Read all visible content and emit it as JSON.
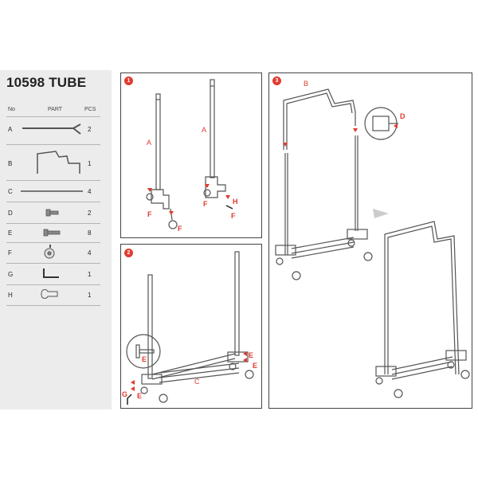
{
  "sheet": {
    "title": "10598 TUBE"
  },
  "parts_table": {
    "headers": {
      "no": "No",
      "part": "PART",
      "pcs": "PCS"
    },
    "rows": [
      {
        "letter": "A",
        "qty": "2",
        "icon": "tube-a-icon"
      },
      {
        "letter": "B",
        "qty": "1",
        "icon": "frame-b-icon"
      },
      {
        "letter": "C",
        "qty": "4",
        "icon": "rod-c-icon"
      },
      {
        "letter": "D",
        "qty": "2",
        "icon": "screw-d-icon"
      },
      {
        "letter": "E",
        "qty": "8",
        "icon": "screw-e-icon"
      },
      {
        "letter": "F",
        "qty": "4",
        "icon": "wheel-f-icon"
      },
      {
        "letter": "G",
        "qty": "1",
        "icon": "allen-key-g-icon"
      },
      {
        "letter": "H",
        "qty": "1",
        "icon": "wrench-h-icon"
      }
    ]
  },
  "steps": [
    {
      "number": "1",
      "labels": {
        "a_left": "A",
        "a_right": "A",
        "f1": "F",
        "f2": "F",
        "f3": "F",
        "f4": "F",
        "h": "H"
      }
    },
    {
      "number": "2",
      "labels": {
        "e_zoom": "E",
        "e_right": "E",
        "e_right2": "E",
        "e_bottom": "E",
        "g": "G",
        "c": "C"
      }
    },
    {
      "number": "3",
      "labels": {
        "b": "B",
        "d": "D"
      }
    }
  ],
  "colors": {
    "accent": "#e03b2f",
    "line": "#444444",
    "sidebar": "#ececec"
  }
}
